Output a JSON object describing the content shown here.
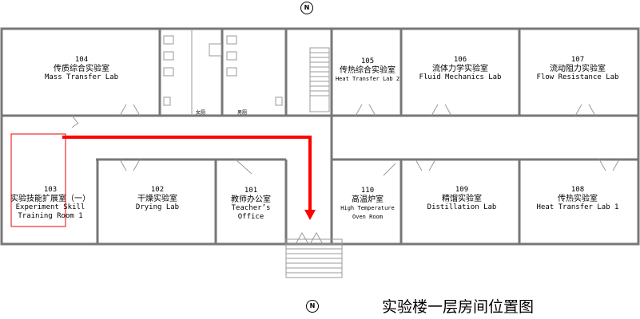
{
  "title": "实验楼一层房间位置图",
  "compass_label": "N",
  "route_color": "#ff0000",
  "rooms": [
    {
      "number": "104",
      "cn": "传质综合实验室",
      "en": "Mass Transfer Lab"
    },
    {
      "number": "105",
      "cn": "传热综合实验室",
      "en": "Heat Transfer Lab 2"
    },
    {
      "number": "106",
      "cn": "流体力学实验室",
      "en": "Fluid Mechanics Lab"
    },
    {
      "number": "107",
      "cn": "流动阻力实验室",
      "en": "Flow Resistance Lab"
    },
    {
      "number": "103",
      "cn": "实验技能扩展室（一）",
      "en": "Experiment Skill",
      "en2": "Training Room 1"
    },
    {
      "number": "102",
      "cn": "干燥实验室",
      "en": "Drying Lab"
    },
    {
      "number": "101",
      "cn": "教师办公室",
      "en": "Teacher’s",
      "en2": "Office"
    },
    {
      "number": "110",
      "cn": "高温炉室",
      "en": "High Temperature",
      "en2": "Oven Room"
    },
    {
      "number": "109",
      "cn": "精馏实验室",
      "en": "Distillation Lab"
    },
    {
      "number": "108",
      "cn": "传热实验室",
      "en": "Heat Transfer Lab 1"
    }
  ],
  "toilets": {
    "female": "女厕",
    "male": "男厕"
  }
}
